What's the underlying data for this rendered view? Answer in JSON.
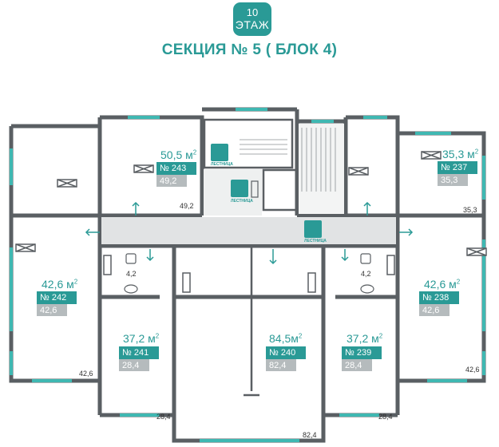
{
  "header": {
    "floor_number": "10",
    "floor_word": "ЭТАЖ",
    "section_title": "СЕКЦИЯ № 5 ( БЛОК 4)"
  },
  "stairs_label": "ЛЕСТНИЦА",
  "apartments": [
    {
      "id": "243",
      "number": "№ 243",
      "total": "50,5 м",
      "sup": "2",
      "living": "49,2",
      "room_area": "49,2"
    },
    {
      "id": "237",
      "number": "№ 237",
      "total": "35,3 м",
      "sup": "2",
      "living": "35,3",
      "room_area": "35,3"
    },
    {
      "id": "242",
      "number": "№ 242",
      "total": "42,6 м",
      "sup": "2",
      "living": "42,6",
      "room_area": "42,6"
    },
    {
      "id": "238",
      "number": "№ 238",
      "total": "42,6 м",
      "sup": "2",
      "living": "42,6",
      "room_area": "42,6"
    },
    {
      "id": "241",
      "number": "№ 241",
      "total": "37,2 м",
      "sup": "2",
      "living": "28,4",
      "room_area": "28,4"
    },
    {
      "id": "240",
      "number": "№ 240",
      "total": "84,5м",
      "sup": "2",
      "living": "82,4",
      "room_area": "82,4"
    },
    {
      "id": "239",
      "number": "№ 239",
      "total": "37,2 м",
      "sup": "2",
      "living": "28,4",
      "room_area": "28,4"
    }
  ],
  "bathroom_areas": {
    "left": "4,2",
    "right": "4,2"
  },
  "colors": {
    "accent": "#2a9a96",
    "wall": "#5a5f63",
    "window": "#3fb8b2",
    "corridor": "#e1e3e4",
    "badge_grey": "#b5bbbd"
  }
}
